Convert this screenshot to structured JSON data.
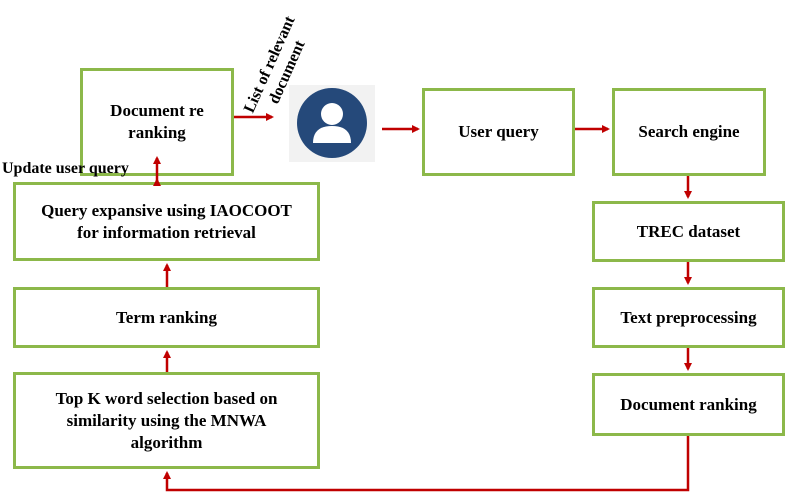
{
  "nodes": {
    "doc_rerank": "Document re ranking",
    "user_query": "User query",
    "search_engine": "Search engine",
    "trec": "TREC dataset",
    "text_pre": "Text preprocessing",
    "doc_rank": "Document ranking",
    "query_exp_line1": "Query expansive using IAOCOOT",
    "query_exp_line2": "for information retrieval",
    "term_rank": "Term ranking",
    "topk_line1": "Top K word selection based on",
    "topk_line2": "similarity using the MNWA",
    "topk_line3": "algorithm"
  },
  "labels": {
    "update_query": "Update user query",
    "list_line1": "List of relevant",
    "list_line2": "document"
  },
  "icons": {
    "user": "user-avatar-icon"
  },
  "colors": {
    "box_border": "#8cb84a",
    "arrow": "#c00000",
    "avatar": "#25497a"
  }
}
